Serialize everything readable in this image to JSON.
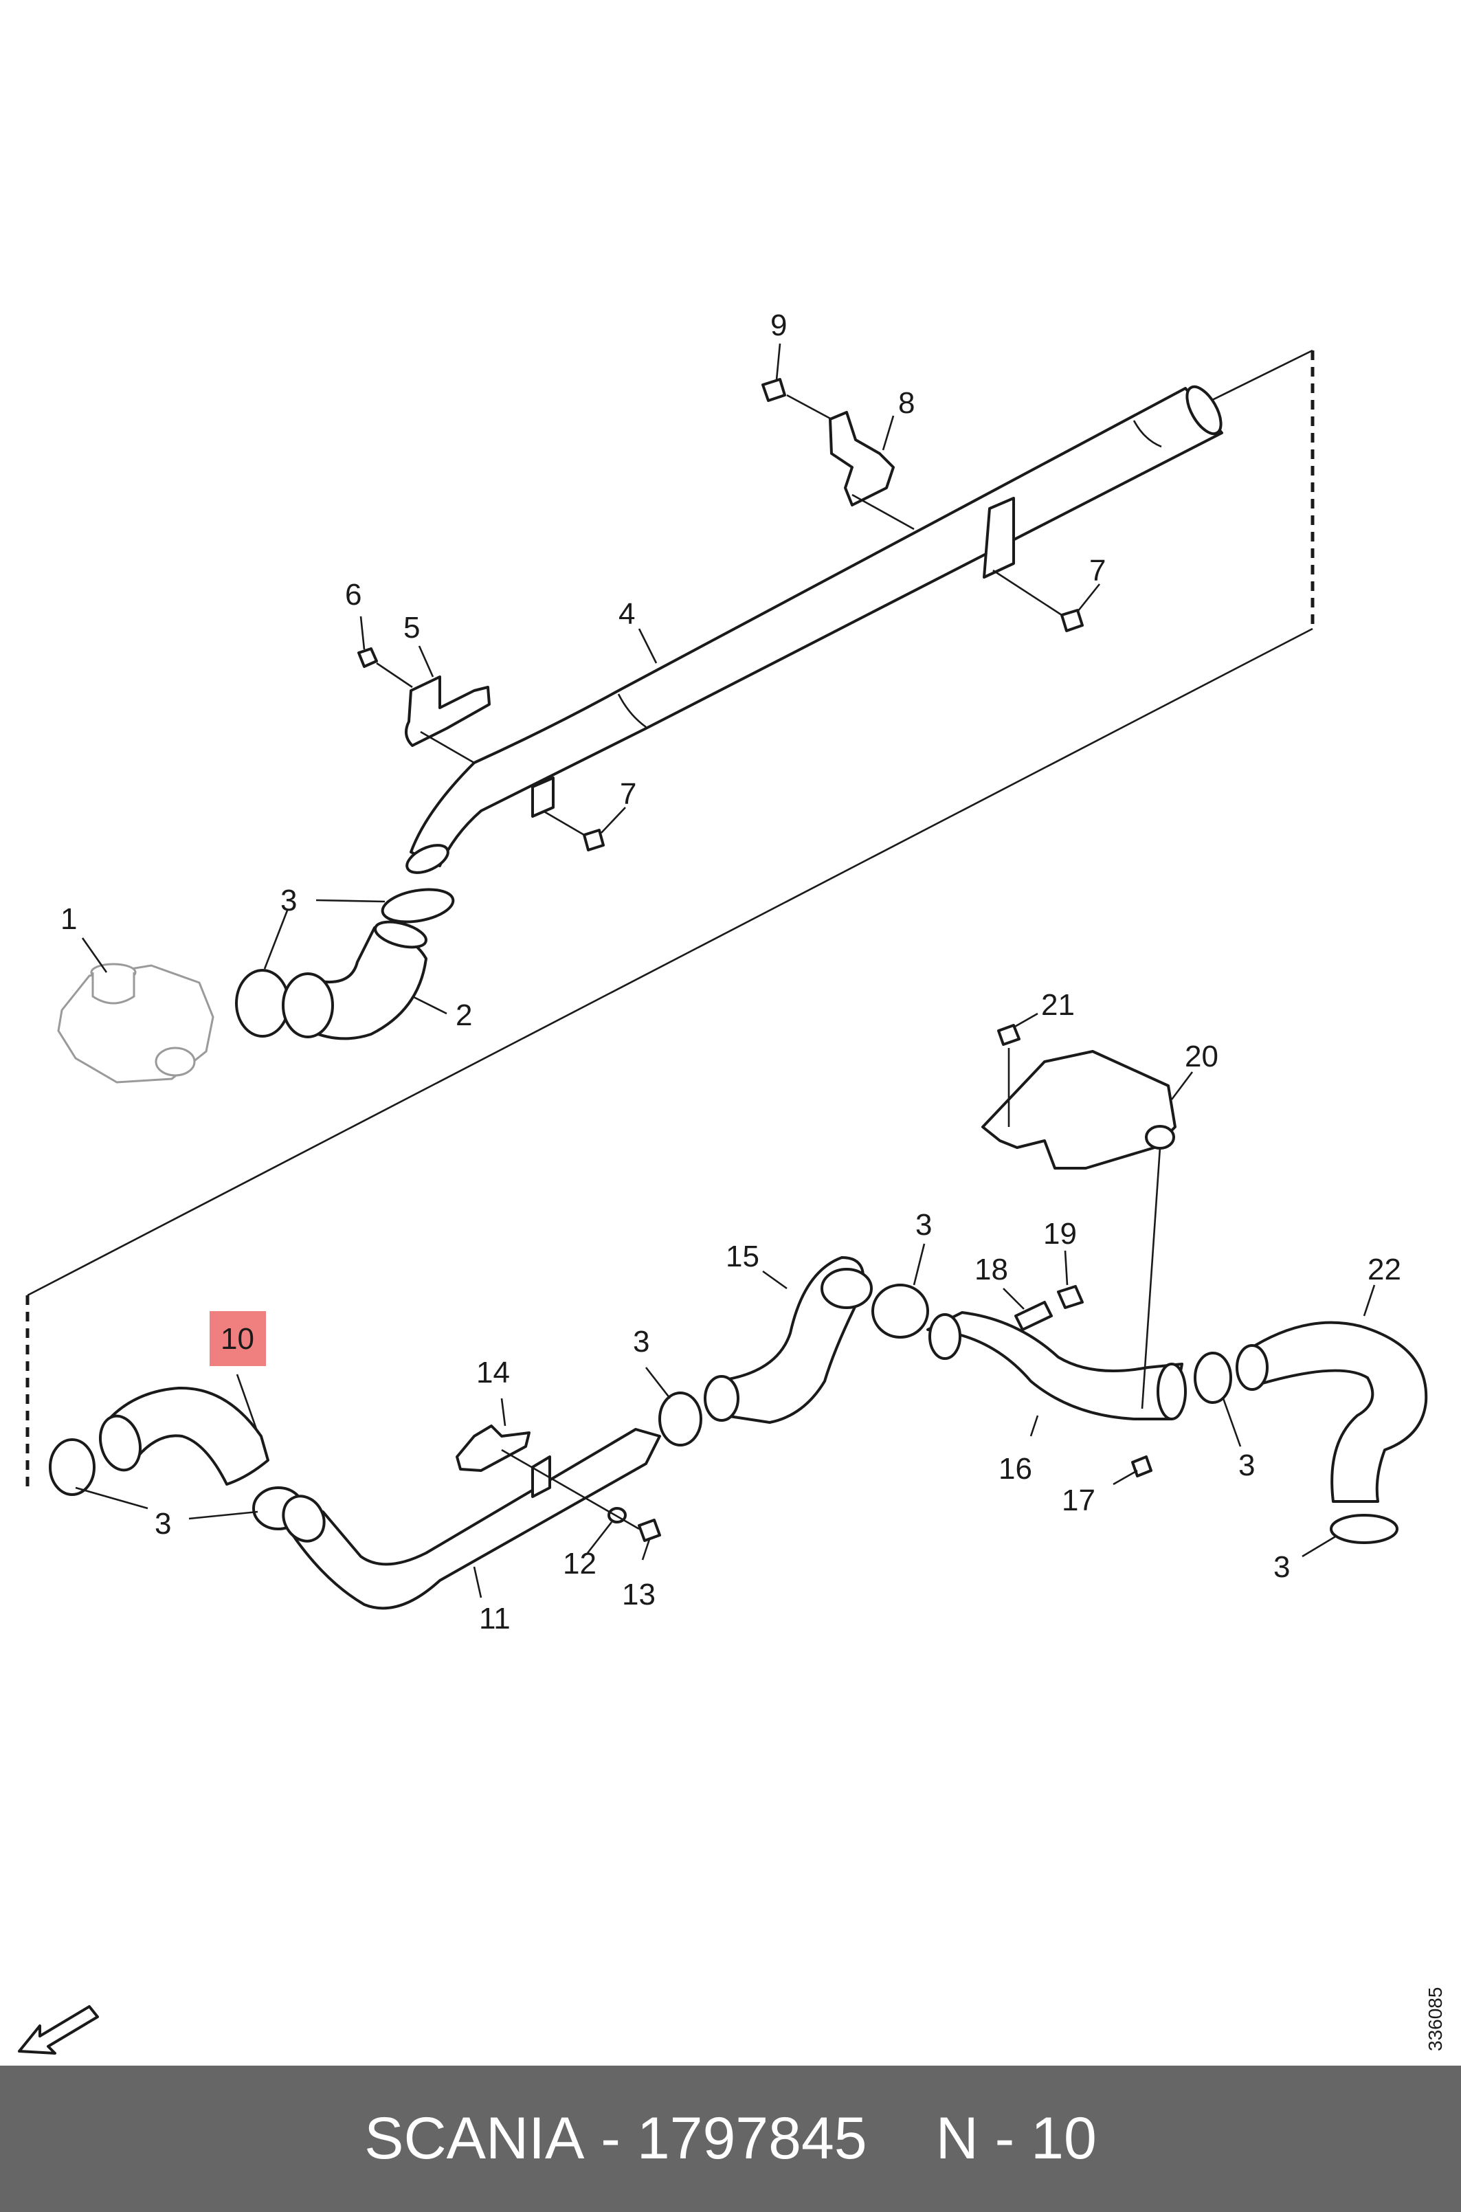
{
  "footer": {
    "brand": "SCANIA",
    "dash": "-",
    "part_number": "1797845",
    "position": "N - 10"
  },
  "drawing_code": "336085",
  "highlighted_callout": "10",
  "colors": {
    "highlight": "#f08080",
    "footer_bg": "#666666",
    "line": "#1a1a1a"
  },
  "icons": [
    "direction-arrow-icon"
  ],
  "callouts": {
    "c1": "1",
    "c2": "2",
    "c3a": "3",
    "c3b": "3",
    "c4": "4",
    "c5": "5",
    "c6": "6",
    "c7a": "7",
    "c7b": "7",
    "c8": "8",
    "c9": "9",
    "c10": "10",
    "c11": "11",
    "c12": "12",
    "c13": "13",
    "c14": "14",
    "c15": "15",
    "c3c": "3",
    "c3d": "3",
    "c3e": "3",
    "c16": "16",
    "c17": "17",
    "c18": "18",
    "c19": "19",
    "c20": "20",
    "c21": "21",
    "c22": "22",
    "c3f": "3",
    "c3g": "3"
  }
}
